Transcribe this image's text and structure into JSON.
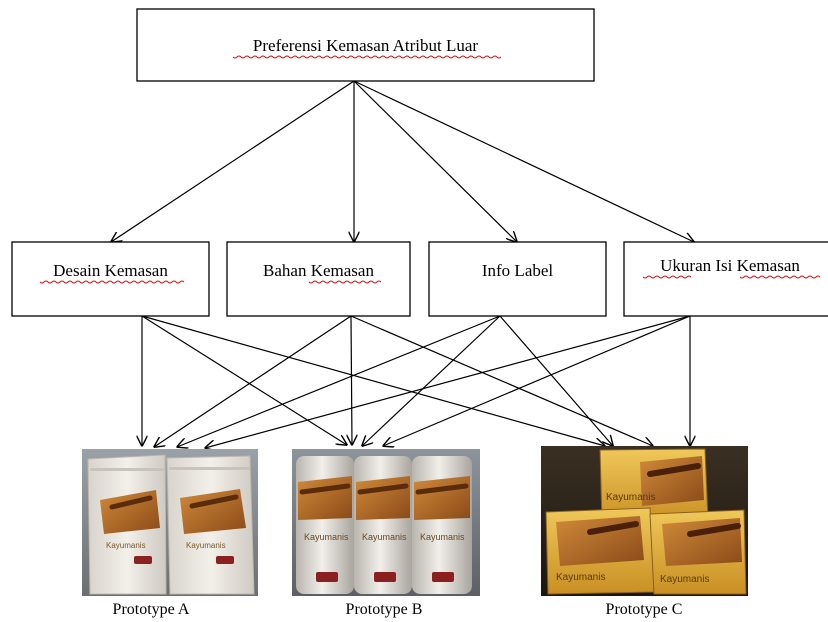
{
  "top": {
    "label": "Preferensi Kemasan Atribut Luar"
  },
  "attributes": [
    {
      "label": "Desain Kemasan"
    },
    {
      "label": "Bahan Kemasan"
    },
    {
      "label": "Info Label"
    },
    {
      "label": "Ukuran Isi Kemasan"
    }
  ],
  "prototypes": [
    {
      "label": "Prototype A",
      "product_name": "Kayumanis"
    },
    {
      "label": "Prototype B",
      "product_name": "Kayumanis"
    },
    {
      "label": "Prototype C",
      "product_name": "Kayumanis"
    }
  ],
  "colors": {
    "spellcheck_underline": "#d01010",
    "cinnamon": "#b4641e",
    "packaging_white": "#eeeae4",
    "box_yellow": "#e2ad3c"
  }
}
